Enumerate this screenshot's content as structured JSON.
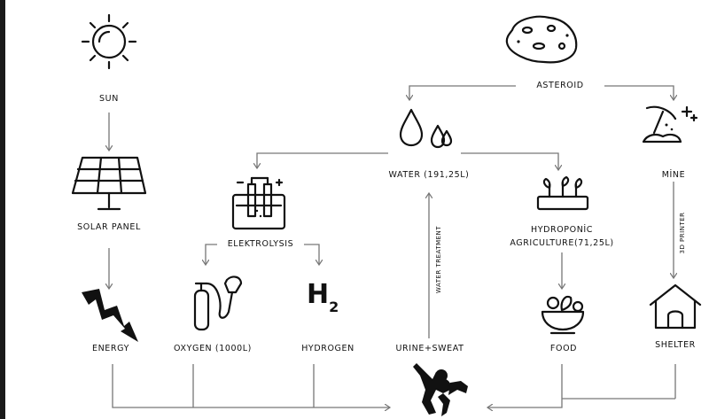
{
  "nodes": {
    "sun": "SUN",
    "asteroid": "ASTEROID",
    "solar_panel": "SOLAR PANEL",
    "water": "WATER (191,25L)",
    "mine": "MİNE",
    "elektrolysis": "ELEKTROLYSIS",
    "hydroponic_line1": "HYDROPONİC",
    "hydroponic_line2": "AGRICULTURE(71,25L)",
    "energy": "ENERGY",
    "oxygen": "OXYGEN (1000L)",
    "hydrogen": "HYDROGEN",
    "urine_sweat": "URINE+SWEAT",
    "food": "FOOD",
    "shelter": "SHELTER"
  },
  "edge_labels": {
    "water_treatment": "WATER TREATMENT",
    "printer": "3D PRINTER"
  },
  "hydrogen_symbol": {
    "letter": "H",
    "subscript": "2"
  },
  "icons": {
    "sun": "sun-icon",
    "asteroid": "asteroid-icon",
    "solar_panel": "solar-panel-icon",
    "water": "water-drops-icon",
    "mine": "pickaxe-icon",
    "elektrolysis": "electrolysis-cell-icon",
    "hydroponic": "seedlings-tray-icon",
    "energy": "lightning-bolt-icon",
    "oxygen": "oxygen-tank-icon",
    "hydrogen": "h2-icon",
    "food": "salad-bowl-icon",
    "shelter": "house-icon",
    "human": "human-figure-icon"
  },
  "colors": {
    "line": "#777777",
    "icon": "#111111",
    "background": "#ffffff"
  }
}
